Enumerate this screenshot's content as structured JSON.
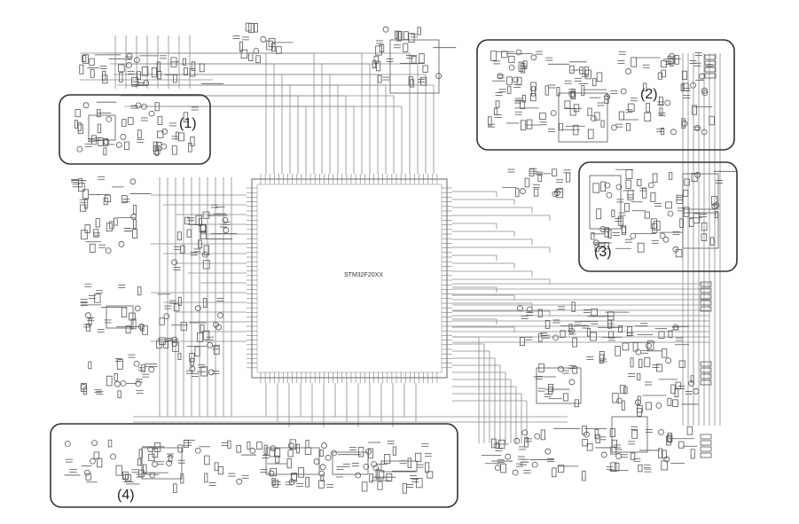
{
  "regions": [
    {
      "id": "1",
      "label": "(1)"
    },
    {
      "id": "2",
      "label": "(2)"
    },
    {
      "id": "3",
      "label": "(3)"
    },
    {
      "id": "4",
      "label": "(4)"
    }
  ],
  "mcu": {
    "label": "STM32F20XX"
  },
  "colors": {
    "line": "#8a8a8a",
    "dark": "#4a4a4a",
    "box": "#333333",
    "background": "#ffffff"
  }
}
